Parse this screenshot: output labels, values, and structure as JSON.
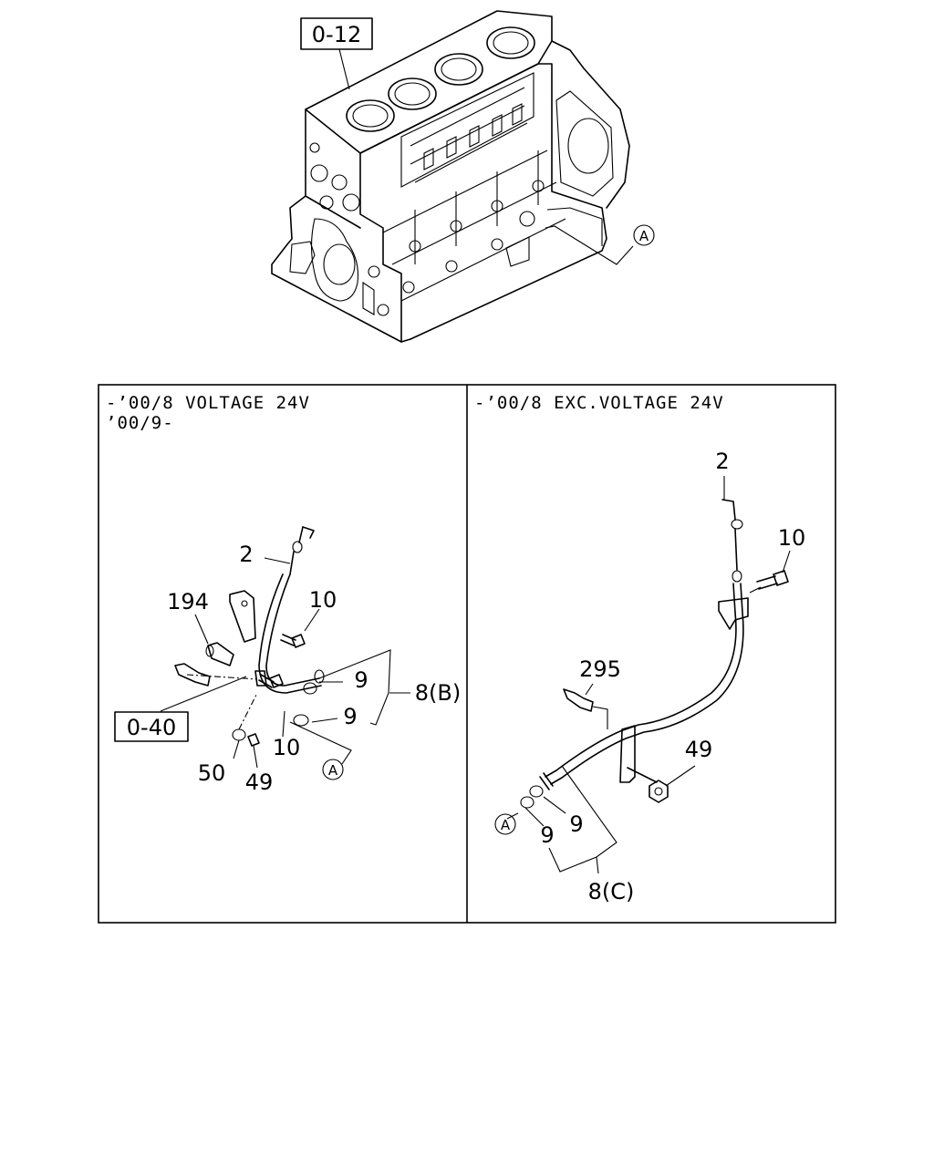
{
  "refs": {
    "block_ref": "0-12",
    "left_ref": "0-40"
  },
  "left_panel": {
    "header_line1": "-’00/8 VOLTAGE 24V",
    "header_line2": "’00/9-",
    "labels": {
      "p2": "2",
      "p10a": "10",
      "p194": "194",
      "p9a": "9",
      "p8b": "8(B)",
      "p9b": "9",
      "p10b": "10",
      "p50": "50",
      "p49": "49",
      "marker_a": "A"
    }
  },
  "right_panel": {
    "header": "-’00/8 EXC.VOLTAGE 24V",
    "labels": {
      "p2": "2",
      "p10": "10",
      "p295": "295",
      "p49": "49",
      "p9a": "9",
      "p9b": "9",
      "p8c": "8(C)",
      "marker_a": "A"
    }
  },
  "top": {
    "marker_a": "A"
  }
}
